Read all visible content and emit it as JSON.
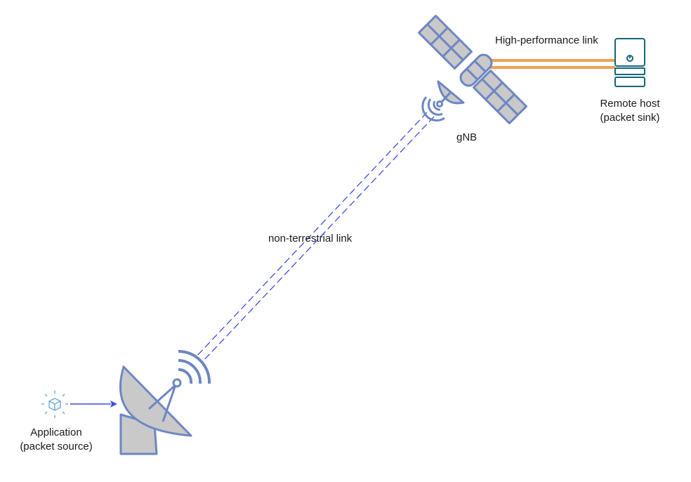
{
  "links": {
    "high_performance": "High-performance link",
    "non_terrestrial": "non-terrestrial link"
  },
  "nodes": {
    "gnb": {
      "label": "gNB"
    },
    "remote_host": {
      "line1": "Remote host",
      "line2": "(packet sink)"
    },
    "application": {
      "line1": "Application",
      "line2": "(packet source)"
    }
  },
  "colors": {
    "icon_stroke": "#6d86c3",
    "icon_fill": "#c9c9c9",
    "server_stroke": "#15667a",
    "orange_link": "#f0a050",
    "dashed_link": "#3b4fe0",
    "app_icon": "#6aa9d8"
  },
  "icons": {
    "satellite": "satellite-icon",
    "server": "server-icon",
    "dish": "satellite-dish-icon",
    "application": "cube-sparkle-icon"
  }
}
